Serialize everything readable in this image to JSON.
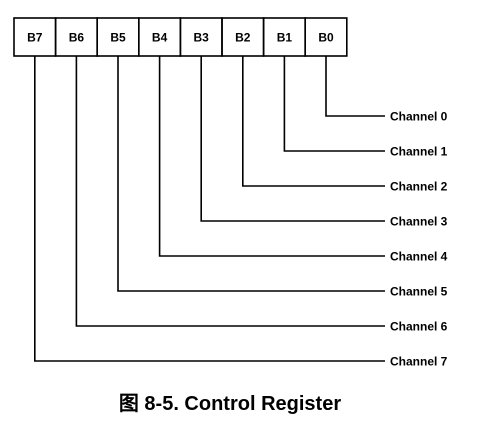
{
  "register": {
    "bits": [
      "B7",
      "B6",
      "B5",
      "B4",
      "B3",
      "B2",
      "B1",
      "B0"
    ]
  },
  "channels": [
    {
      "label": "Channel 0",
      "bit": "B0"
    },
    {
      "label": "Channel 1",
      "bit": "B1"
    },
    {
      "label": "Channel 2",
      "bit": "B2"
    },
    {
      "label": "Channel 3",
      "bit": "B3"
    },
    {
      "label": "Channel 4",
      "bit": "B4"
    },
    {
      "label": "Channel 5",
      "bit": "B5"
    },
    {
      "label": "Channel 6",
      "bit": "B6"
    },
    {
      "label": "Channel 7",
      "bit": "B7"
    }
  ],
  "caption": {
    "text": "图 8-5. Control Register"
  },
  "colors": {
    "line": "#000000",
    "text": "#000000",
    "background": "#ffffff"
  }
}
